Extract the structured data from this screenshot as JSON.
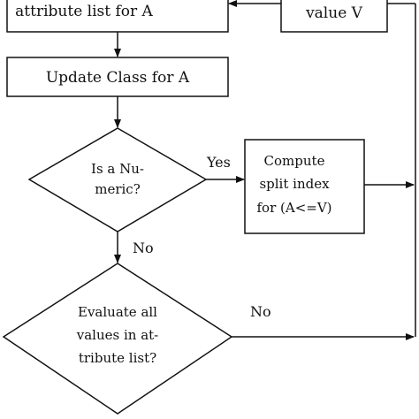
{
  "diagram": {
    "nodes": {
      "attr_list_box": {
        "text": "attribute list for A"
      },
      "value_box": {
        "text": "value V"
      },
      "update_class_box": {
        "text": "Update Class for A"
      },
      "numeric_decision": {
        "lines": [
          "Is a Nu-",
          "meric?"
        ]
      },
      "compute_box": {
        "lines": [
          "Compute",
          "split index",
          "for (A<=V)"
        ]
      },
      "evaluate_decision": {
        "lines": [
          "Evaluate all",
          "values in at-",
          "tribute list?"
        ]
      }
    },
    "edge_labels": {
      "yes": "Yes",
      "no_down": "No",
      "no_right": "No"
    }
  },
  "colors": {
    "stroke": "#111111",
    "background": "#ffffff"
  }
}
